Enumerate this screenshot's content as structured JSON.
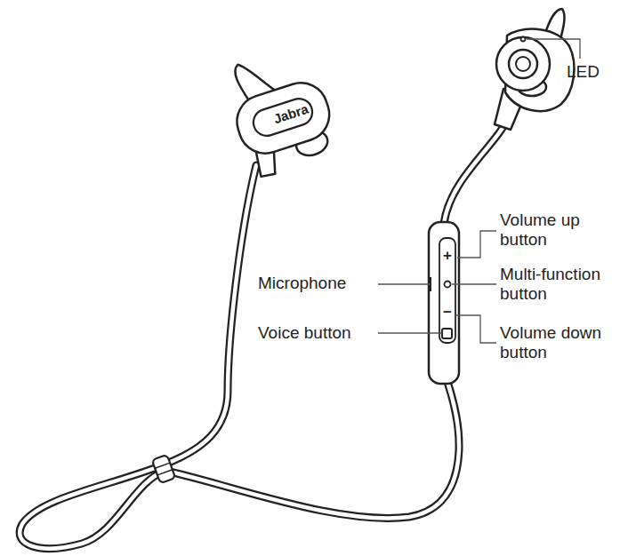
{
  "diagram": {
    "labels": [
      "Jabra",
      "LED",
      "Volume up button",
      "Microphone",
      "Multi-function button",
      "Voice button",
      "Volume down button",
      "+",
      "−"
    ]
  }
}
